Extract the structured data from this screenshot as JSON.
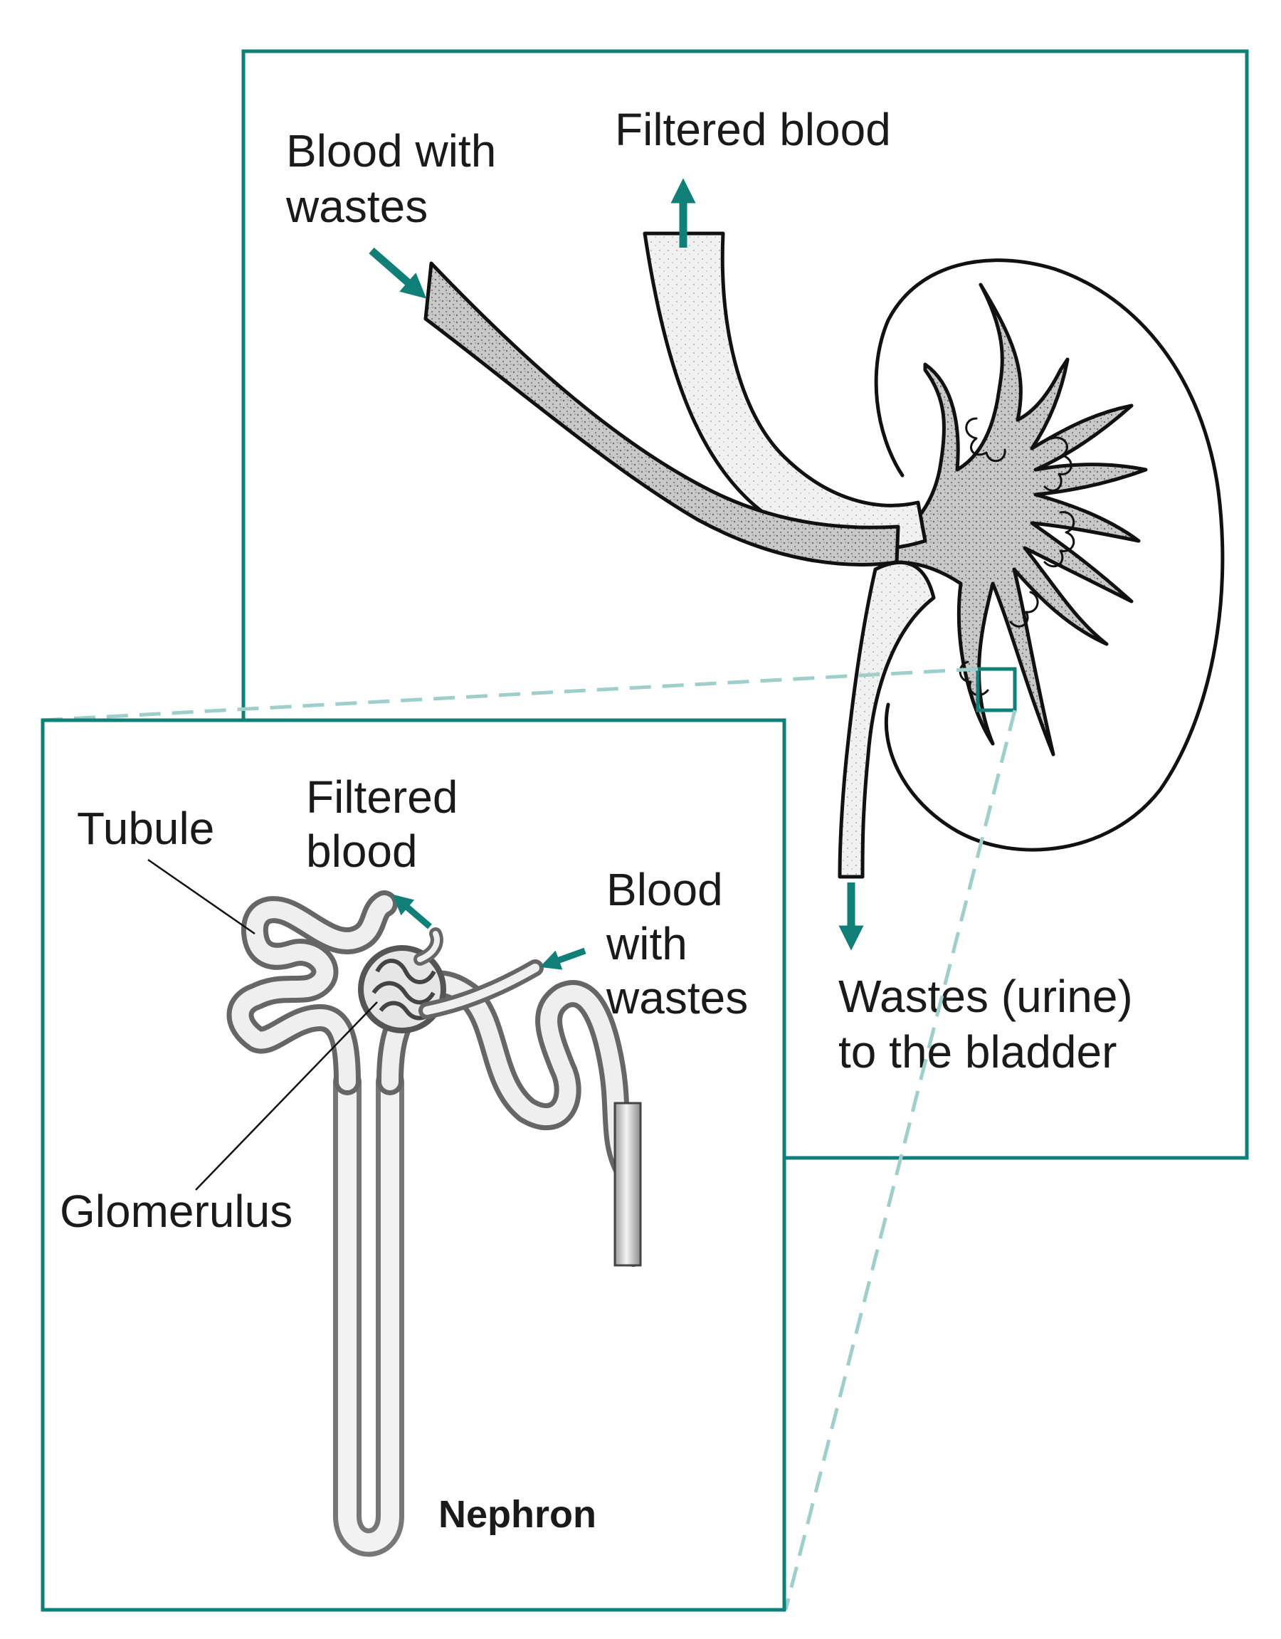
{
  "accent_color": "#0f7f78",
  "dash_color": "#9ecfcc",
  "kidney_panel": {
    "label_blood_in": [
      "Blood with",
      "wastes"
    ],
    "label_filtered": "Filtered blood",
    "label_urine": [
      "Wastes (urine)",
      "to the bladder"
    ]
  },
  "nephron_panel": {
    "label_tubule": "Tubule",
    "label_filtered": [
      "Filtered",
      "blood"
    ],
    "label_blood_in": [
      "Blood",
      "with",
      "wastes"
    ],
    "label_glomerulus": "Glomerulus",
    "title": "Nephron"
  }
}
